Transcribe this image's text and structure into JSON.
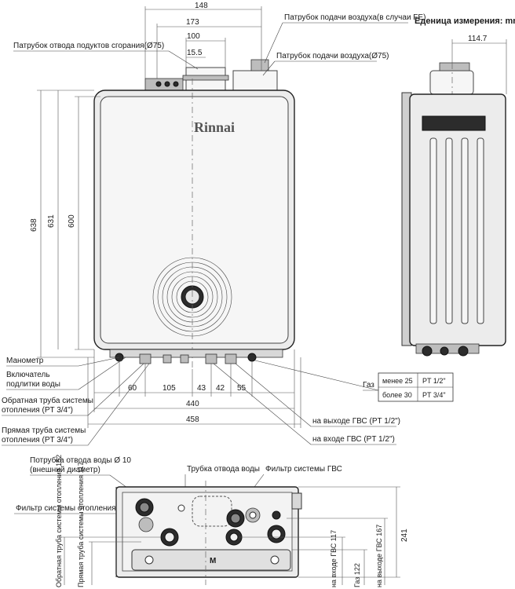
{
  "unit_title": "Еденица измерения: mm",
  "brand": "Rinnai",
  "dims_top": [
    "148",
    "173",
    "100",
    "15.5"
  ],
  "dim_side": "114.7",
  "dims_vertical": [
    "638",
    "631",
    "600"
  ],
  "dims_bottom_row": [
    "60",
    "105",
    "43",
    "42",
    "55"
  ],
  "dim_440": "440",
  "dim_458": "458",
  "labels_top": {
    "flue_exhaust": "Патрубок отвода подуктов сгорания(Ø75)",
    "air_intake_fe": "Патрубок подачи воздуха(в случаи FE)",
    "air_intake": "Патрубок подачи воздуха(Ø75)"
  },
  "labels_left": {
    "manometer": "Манометр",
    "fill_valve_1": "Включатель",
    "fill_valve_2": "подлитки воды",
    "return_pipe_1": "Обратная труба системы",
    "return_pipe_2": "отопления (PT 3/4\")",
    "supply_pipe_1": "Прямая труба системы",
    "supply_pipe_2": "отопления (PT 3/4\")"
  },
  "gas_table": {
    "label": "Газ",
    "rows": [
      [
        "менее 25",
        "PT 1/2\""
      ],
      [
        "более 30",
        "PT 3/4\""
      ]
    ]
  },
  "labels_right": {
    "dhw_out": "на выходе ГВС (PT 1/2\")",
    "dhw_in": "на входе ГВС (PT 1/2\")"
  },
  "bottom_view": {
    "drain_outlet_1": "Потрубка отвода воды Ø 10",
    "drain_outlet_2": "(внешний диаметр)",
    "drain_tube": "Трубка отвода воды",
    "dhw_filter": "Фильтр системы ГВС",
    "heating_filter": "Фильтр системы отопления",
    "center_mark": "M",
    "dim_241": "241",
    "vertical_labels": [
      "Обратная труба системы отопления 152",
      "Прямая труба системы отопления 117",
      "на входе ГВС 117",
      "Газ 122",
      "на выходе ГВС 167"
    ]
  }
}
